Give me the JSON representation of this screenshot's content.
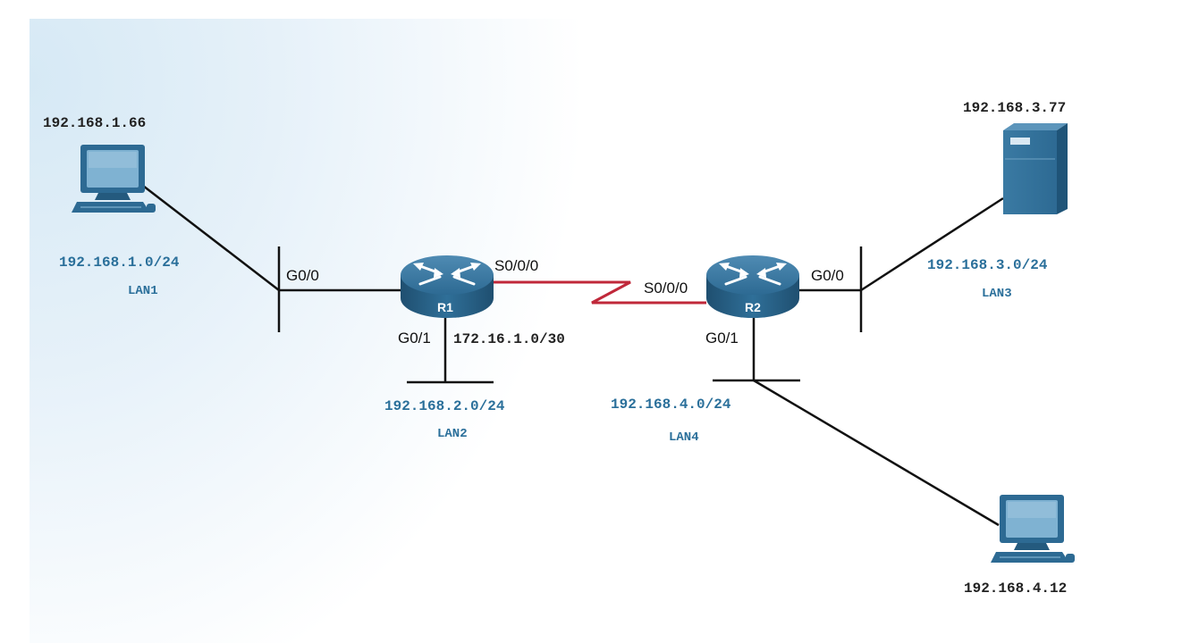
{
  "colors": {
    "link": "#111111",
    "serial_link": "#c0283a",
    "device": "#2d6a93",
    "network_label": "#2a6f9a",
    "background_tint": "#d6e9f5"
  },
  "hosts": {
    "pc1": {
      "ip": "192.168.1.66",
      "icon": "pc-icon"
    },
    "server3": {
      "ip": "192.168.3.77",
      "icon": "server-icon"
    },
    "pc4": {
      "ip": "192.168.4.12",
      "icon": "pc-icon"
    }
  },
  "routers": {
    "r1": {
      "name": "R1",
      "icon": "router-icon"
    },
    "r2": {
      "name": "R2",
      "icon": "router-icon"
    }
  },
  "lans": {
    "lan1": {
      "network": "192.168.1.0/24",
      "name": "LAN1"
    },
    "lan2": {
      "network": "192.168.2.0/24",
      "name": "LAN2"
    },
    "lan3": {
      "network": "192.168.3.0/24",
      "name": "LAN3"
    },
    "lan4": {
      "network": "192.168.4.0/24",
      "name": "LAN4"
    }
  },
  "interfaces": {
    "r1_g00": "G0/0",
    "r1_s000": "S0/0/0",
    "r1_g01": "G0/1",
    "r2_s000": "S0/0/0",
    "r2_g00": "G0/0",
    "r2_g01": "G0/1"
  },
  "wan": {
    "network": "172.16.1.0/30"
  }
}
